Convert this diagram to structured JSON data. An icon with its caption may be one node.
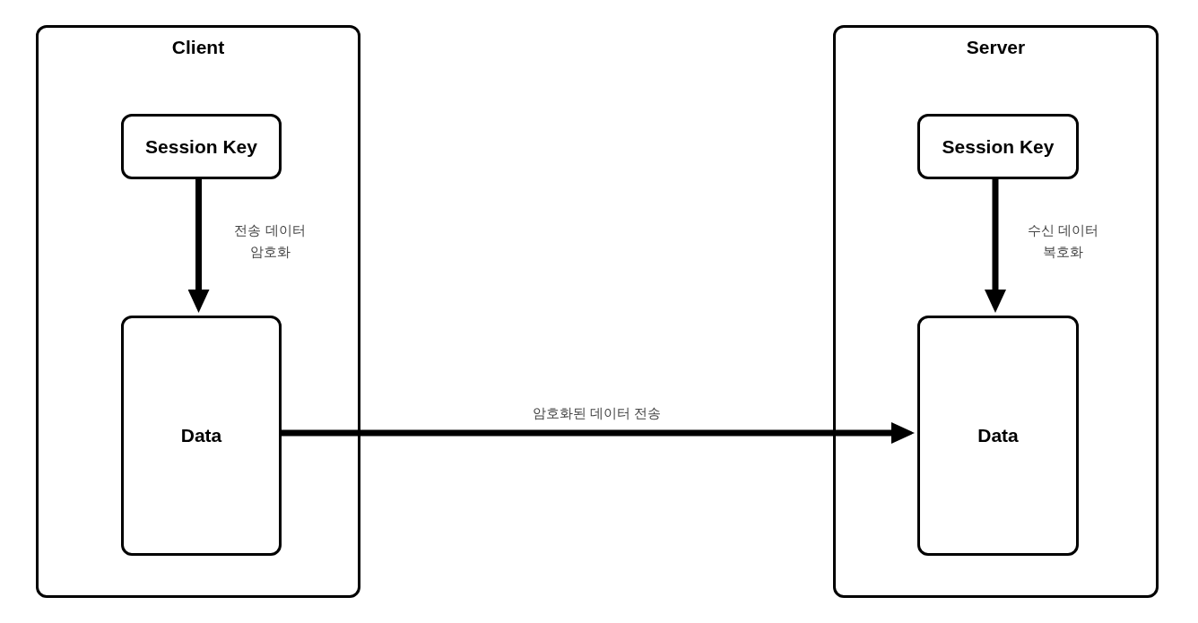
{
  "diagram": {
    "nodes": [
      {
        "text": [
          "Client"
        ]
      },
      {
        "text": [
          "Session Key"
        ],
        "in": 0
      },
      {
        "text": [
          "Data"
        ],
        "in": 0
      },
      {
        "text": [
          "Server"
        ]
      },
      {
        "text": [
          "Session Key"
        ],
        "in": 3
      },
      {
        "text": [
          "Data"
        ],
        "in": 3
      }
    ],
    "edges": [
      {
        "from": 1,
        "to": 2,
        "arrow": "to",
        "label": "전송 데이터 암호화"
      },
      {
        "from": 4,
        "to": 5,
        "arrow": "to",
        "label": "수신 데이터 복호화"
      },
      {
        "from": 2,
        "to": 5,
        "arrow": "to",
        "label": "암호화된 데이터 전송"
      }
    ]
  }
}
